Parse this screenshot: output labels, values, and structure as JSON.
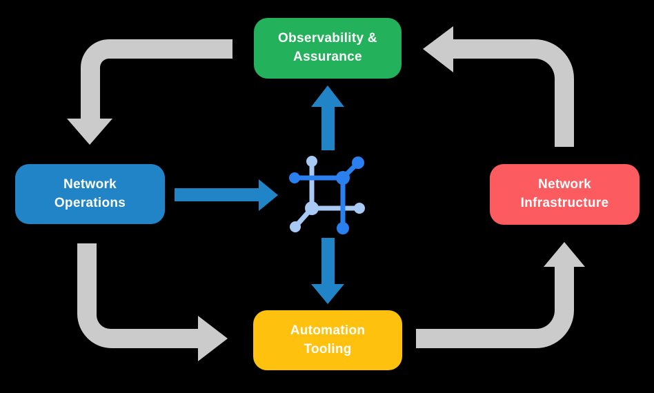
{
  "colors": {
    "background": "#000000",
    "arrow_gray": "#CBCBCB",
    "arrow_blue": "#2084C6",
    "icon_dark": "#2B80F0",
    "icon_light": "#A7C9F4",
    "text": "#FFFFFF",
    "observability_green": "#24B15B",
    "operations_blue": "#2084C6",
    "infrastructure_red": "#FC5C60",
    "automation_yellow": "#FEC10D"
  },
  "nodes": {
    "observability": {
      "line1": "Observability &",
      "line2": "Assurance"
    },
    "operations": {
      "line1": "Network",
      "line2": "Operations"
    },
    "infrastructure": {
      "line1": "Network",
      "line2": "Infrastructure"
    },
    "automation": {
      "line1": "Automation",
      "line2": "Tooling"
    }
  },
  "center_icon": "network-mesh-icon"
}
